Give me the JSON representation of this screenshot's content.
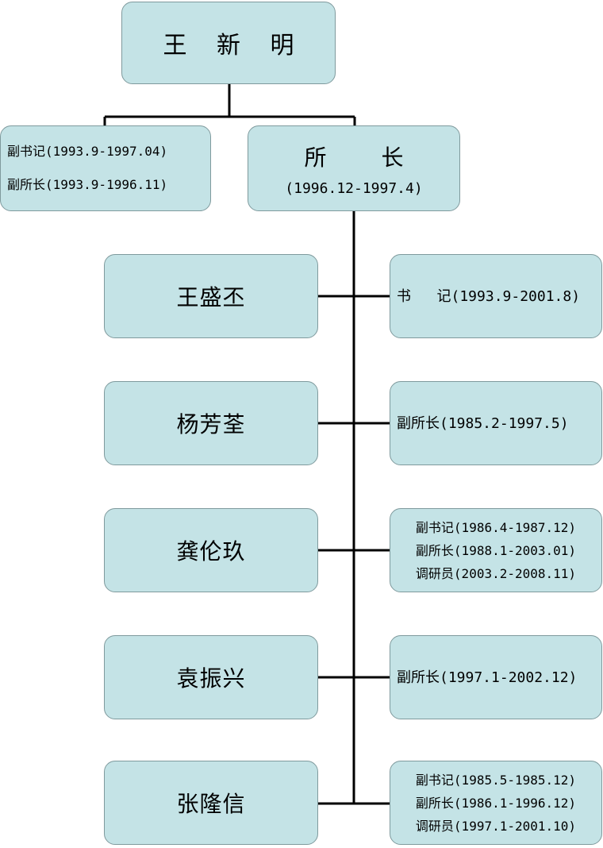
{
  "root": {
    "name": "王 新 明"
  },
  "left_roles": [
    "副书记(1993.9-1997.04)",
    "副所长(1993.9-1996.11)"
  ],
  "director": {
    "title": "所 长",
    "period": "(1996.12-1997.4)"
  },
  "people": [
    {
      "name": "王盛丕",
      "roles": [
        "书   记(1993.9-2001.8)"
      ]
    },
    {
      "name": "杨芳荃",
      "roles": [
        "副所长(1985.2-1997.5)"
      ]
    },
    {
      "name": "龚伦玖",
      "roles": [
        "副书记(1986.4-1987.12)",
        "副所长(1988.1-2003.01)",
        "调研员(2003.2-2008.11)"
      ]
    },
    {
      "name": "袁振兴",
      "roles": [
        "副所长(1997.1-2002.12)"
      ]
    },
    {
      "name": "张隆信",
      "roles": [
        "副书记(1985.5-1985.12)",
        "副所长(1986.1-1996.12)",
        "调研员(1997.1-2001.10)"
      ]
    }
  ],
  "colors": {
    "box_fill": "#c4e3e6",
    "box_border": "#7f9a9d",
    "connector": "#000000"
  }
}
